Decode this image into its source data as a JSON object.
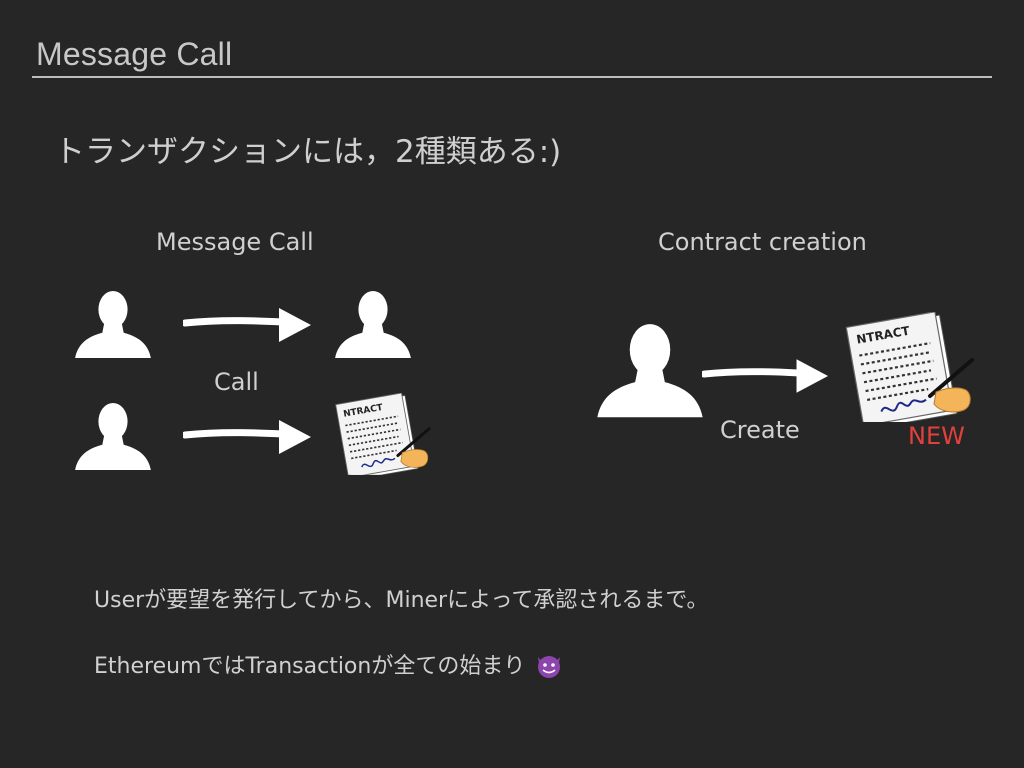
{
  "slide": {
    "title": "Message Call",
    "subtitle": "トランザクションには，2種類ある:)"
  },
  "left_diagram": {
    "heading": "Message Call",
    "arrow_label": "Call"
  },
  "right_diagram": {
    "heading": "Contract creation",
    "arrow_label": "Create",
    "badge": "NEW",
    "badge_color": "#e0413d"
  },
  "contract_icon": {
    "heading_text": "NTRACT"
  },
  "footer": {
    "line1": "Userが要望を発行してから、Minerによって承認されるまで。",
    "line2": "EthereumではTransactionが全ての始まり"
  },
  "icons": {
    "person": "person-icon",
    "arrow": "arrow-right-icon",
    "contract": "contract-document-icon",
    "devil": "smiling-devil-icon"
  }
}
